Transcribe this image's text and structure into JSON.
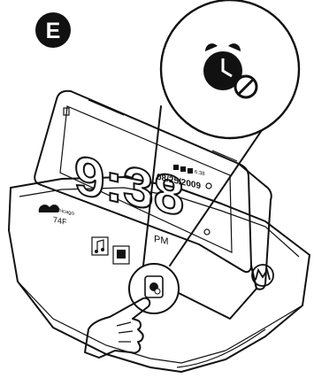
{
  "step_badge": {
    "letter": "E"
  },
  "clock": {
    "time": "9:38",
    "ampm": "PM",
    "date": "08/25/2009",
    "status_time": "6:38"
  },
  "weather": {
    "city": "Chicago",
    "temp": "74F"
  },
  "icons": {
    "callout": "alarm-off-icon",
    "dock_button": "alarm-icon",
    "media": "music-note-icon",
    "gallery": "photo-icon",
    "dock_logo": "motorola-logo-icon",
    "hand": "pointing-hand-icon"
  }
}
